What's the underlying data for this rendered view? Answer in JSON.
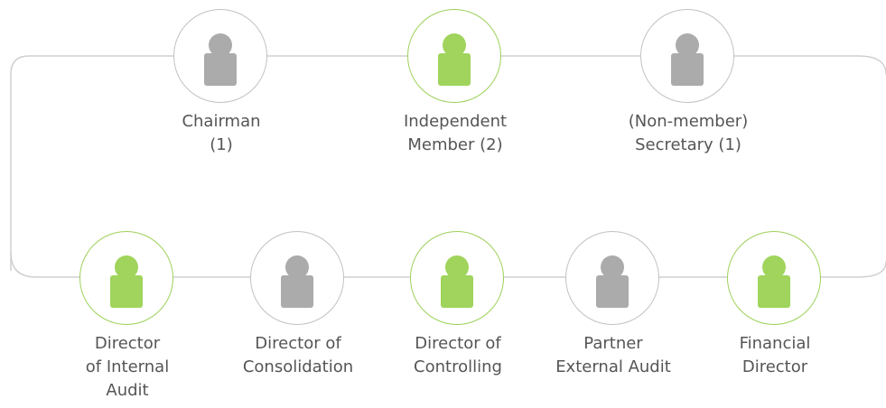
{
  "colors": {
    "member": "#a0d45c",
    "member_border": "#9dd15a",
    "non_member": "#ababab",
    "non_member_border": "#c2c2c2",
    "connector": "#cfcfcf",
    "label_text": "#555555"
  },
  "top_row": [
    {
      "label_lines": [
        "Chairman",
        "(1)"
      ],
      "color": "gray",
      "icon": "person-icon"
    },
    {
      "label_lines": [
        "Independent",
        "Member (2)"
      ],
      "color": "green",
      "icon": "person-icon"
    },
    {
      "label_lines": [
        "(Non-member)",
        "Secretary (1)"
      ],
      "color": "gray",
      "icon": "person-icon"
    }
  ],
  "bottom_row": [
    {
      "label_lines": [
        "Director",
        "of Internal",
        "Audit"
      ],
      "color": "green",
      "icon": "person-icon"
    },
    {
      "label_lines": [
        "Director of",
        "Consolidation"
      ],
      "color": "gray",
      "icon": "person-icon"
    },
    {
      "label_lines": [
        "Director of",
        "Controlling"
      ],
      "color": "green",
      "icon": "person-icon"
    },
    {
      "label_lines": [
        "Partner",
        "External Audit"
      ],
      "color": "gray",
      "icon": "person-icon"
    },
    {
      "label_lines": [
        "Financial",
        "Director"
      ],
      "color": "green",
      "icon": "person-icon"
    }
  ]
}
